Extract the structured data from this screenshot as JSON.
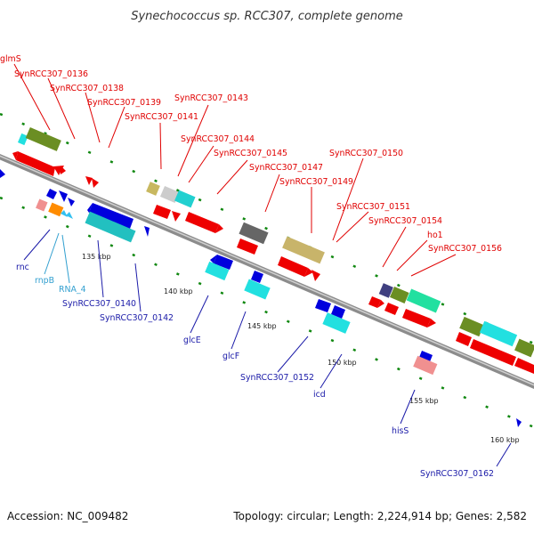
{
  "title": "Synechococcus sp. RCC307, complete genome",
  "footer": {
    "accession": "Accession: NC_009482",
    "topology": "Topology: circular; Length: 2,224,914 bp; Genes: 2,582"
  },
  "colors": {
    "forward_label": "#e00000",
    "reverse_label": "#1a1aa8",
    "rna_label": "#33a0d0",
    "backbone": "#888888",
    "tick": "#118811"
  },
  "scale_ticks": [
    "135 kbp",
    "140 kbp",
    "145 kbp",
    "150 kbp",
    "155 kbp",
    "160 kbp"
  ],
  "forward_labels": [
    "glmS",
    "SynRCC307_0136",
    "SynRCC307_0138",
    "SynRCC307_0139",
    "SynRCC307_0141",
    "SynRCC307_0143",
    "SynRCC307_0144",
    "SynRCC307_0145",
    "SynRCC307_0147",
    "SynRCC307_0149",
    "SynRCC307_0150",
    "SynRCC307_0151",
    "SynRCC307_0154",
    "ho1",
    "SynRCC307_0156"
  ],
  "reverse_labels": [
    "rnc",
    "rnpB",
    "RNA_4",
    "SynRCC307_0140",
    "SynRCC307_0142",
    "glcE",
    "glcF",
    "SynRCC307_0152",
    "icd",
    "hisS",
    "SynRCC307_0162"
  ]
}
